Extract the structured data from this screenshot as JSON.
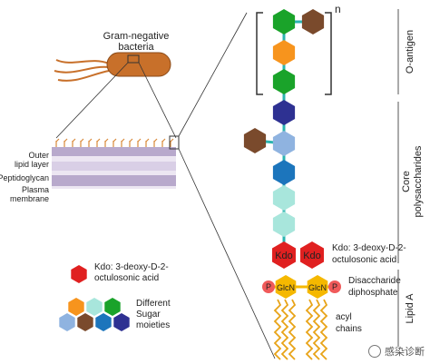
{
  "bacterium": {
    "label_line1": "Gram-negative",
    "label_line2": "bacteria"
  },
  "membrane": {
    "outer_line1": "Outer",
    "outer_line2": "lipid layer",
    "peptidoglycan": "Peptidoglycan",
    "plasma_line1": "Plasma",
    "plasma_line2": "membrane"
  },
  "legend": {
    "kdo_line1": "Kdo: 3-deoxy-D-2-",
    "kdo_line2": "octulosonic acid",
    "sugar_line1": "Different",
    "sugar_line2": "Sugar",
    "sugar_line3": "moieties"
  },
  "structure": {
    "repeat_n": "n",
    "kdo_label": "Kdo",
    "glcn_label": "GlcN",
    "p_label": "P",
    "kdo_line1": "Kdo: 3-deoxy-D-2-",
    "kdo_line2": "octulosonic acid",
    "disaccharide_line1": "Disaccharide",
    "disaccharide_line2": "diphosphate",
    "acyl_line1": "acyl",
    "acyl_line2": "chains"
  },
  "regions": {
    "o_antigen": "O-antigen",
    "core_line1": "Core",
    "core_line2": "polysaccharides",
    "lipid_a": "Lipid A"
  },
  "watermark": "感染诊断",
  "colors": {
    "green": "#1aa32a",
    "orange": "#f7941d",
    "brown": "#7a4a2c",
    "navy": "#2e3192",
    "light_blue": "#8fb3e0",
    "blue": "#1c75bc",
    "mint": "#a8e6dc",
    "teal": "#2bb5b0",
    "kdo_red": "#e02020",
    "glcn_yellow": "#f5b800",
    "p_red": "#f05a5a",
    "acyl": "#e8a317",
    "bacterium": "#c8702a"
  }
}
